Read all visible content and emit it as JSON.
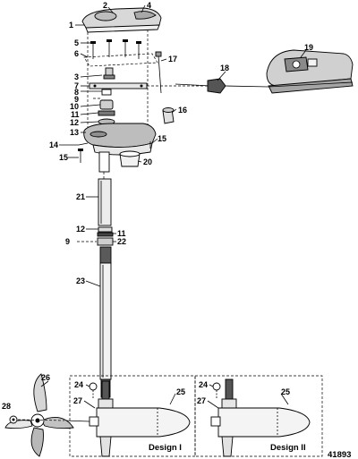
{
  "callouts": [
    {
      "id": "c1",
      "text": "1"
    },
    {
      "id": "c2",
      "text": "2"
    },
    {
      "id": "c4",
      "text": "4"
    },
    {
      "id": "c5",
      "text": "5"
    },
    {
      "id": "c6",
      "text": "6"
    },
    {
      "id": "c3",
      "text": "3"
    },
    {
      "id": "c7",
      "text": "7"
    },
    {
      "id": "c8",
      "text": "8"
    },
    {
      "id": "c9a",
      "text": "9"
    },
    {
      "id": "c10",
      "text": "10"
    },
    {
      "id": "c11a",
      "text": "11"
    },
    {
      "id": "c12a",
      "text": "12"
    },
    {
      "id": "c13",
      "text": "13"
    },
    {
      "id": "c14",
      "text": "14"
    },
    {
      "id": "c15a",
      "text": "15"
    },
    {
      "id": "c15b",
      "text": "15"
    },
    {
      "id": "c16",
      "text": "16"
    },
    {
      "id": "c17",
      "text": "17"
    },
    {
      "id": "c18",
      "text": "18"
    },
    {
      "id": "c19",
      "text": "19"
    },
    {
      "id": "c20",
      "text": "20"
    },
    {
      "id": "c21",
      "text": "21"
    },
    {
      "id": "c12b",
      "text": "12"
    },
    {
      "id": "c11b",
      "text": "11"
    },
    {
      "id": "c9b",
      "text": "9"
    },
    {
      "id": "c22",
      "text": "22"
    },
    {
      "id": "c23",
      "text": "23"
    },
    {
      "id": "c26",
      "text": "26"
    },
    {
      "id": "c28",
      "text": "28"
    },
    {
      "id": "c24a",
      "text": "24"
    },
    {
      "id": "c27a",
      "text": "27"
    },
    {
      "id": "c25a",
      "text": "25"
    },
    {
      "id": "c24b",
      "text": "24"
    },
    {
      "id": "c27b",
      "text": "27"
    },
    {
      "id": "c25b",
      "text": "25"
    }
  ],
  "designs": {
    "design1": "Design I",
    "design2": "Design II"
  },
  "figure_number": "41893"
}
